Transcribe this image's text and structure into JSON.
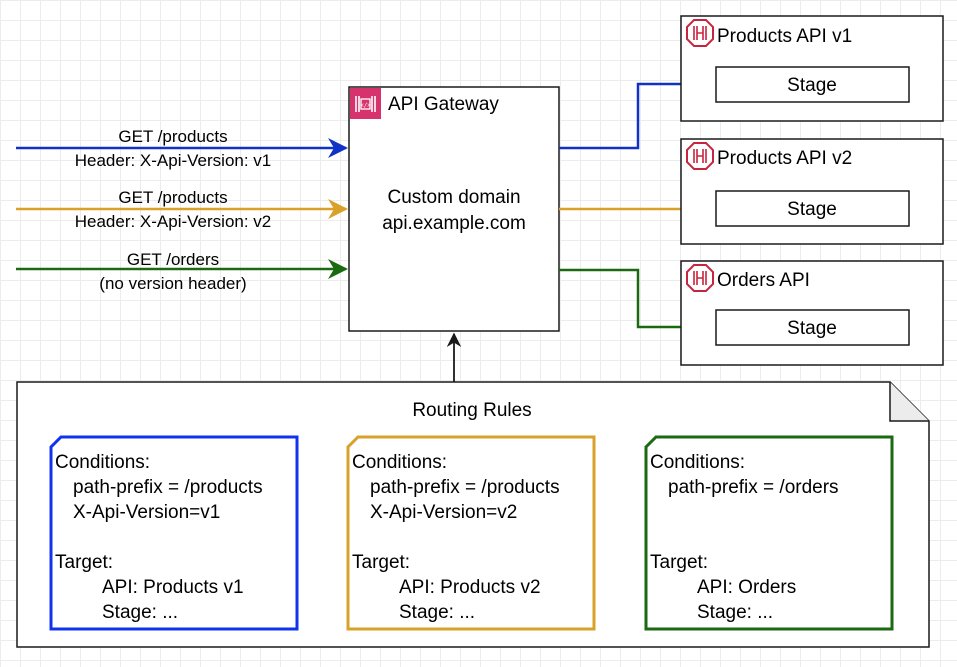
{
  "gateway": {
    "title": "API Gateway",
    "domain_line1": "Custom domain",
    "domain_line2": "api.example.com",
    "icon": "api-gateway-icon"
  },
  "requests": [
    {
      "line1": "GET /products",
      "line2": "Header: X-Api-Version: v1",
      "color": "#1033c5"
    },
    {
      "line1": "GET /products",
      "line2": "Header: X-Api-Version: v2",
      "color": "#d9a02a"
    },
    {
      "line1": "GET /orders",
      "line2": "(no version header)",
      "color": "#1b6a12"
    }
  ],
  "apis": [
    {
      "title": "Products API v1",
      "stage": "Stage",
      "icon": "rest-api-icon"
    },
    {
      "title": "Products API v2",
      "stage": "Stage",
      "icon": "rest-api-icon"
    },
    {
      "title": "Orders API",
      "stage": "Stage",
      "icon": "rest-api-icon"
    }
  ],
  "routing": {
    "title": "Routing Rules",
    "rules": [
      {
        "conditions_label": "Conditions:",
        "conditions": [
          "path-prefix = /products",
          "X-Api-Version=v1"
        ],
        "target_label": "Target:",
        "target": [
          "API: Products v1",
          "Stage: ..."
        ],
        "color": "#1033f0"
      },
      {
        "conditions_label": "Conditions:",
        "conditions": [
          "path-prefix = /products",
          "X-Api-Version=v2"
        ],
        "target_label": "Target:",
        "target": [
          "API: Products v2",
          "Stage: ..."
        ],
        "color": "#d9a02a"
      },
      {
        "conditions_label": "Conditions:",
        "conditions": [
          "path-prefix = /orders"
        ],
        "target_label": "Target:",
        "target": [
          "API: Orders",
          "Stage: ..."
        ],
        "color": "#1b6a12"
      }
    ]
  },
  "colors": {
    "gateway_icon": "#d6336c",
    "api_icon": "#c7253e",
    "stroke": "#1a1a1a"
  }
}
